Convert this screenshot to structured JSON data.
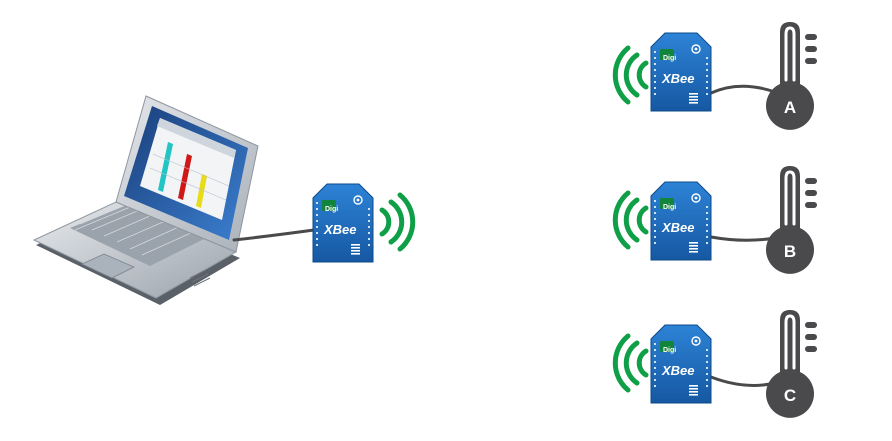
{
  "coordinator": {
    "module": {
      "brand": "Digi",
      "model": "XBee"
    }
  },
  "nodes": [
    {
      "sensor_label": "A",
      "module": {
        "brand": "Digi",
        "model": "XBee"
      }
    },
    {
      "sensor_label": "B",
      "module": {
        "brand": "Digi",
        "model": "XBee"
      }
    },
    {
      "sensor_label": "C",
      "module": {
        "brand": "Digi",
        "model": "XBee"
      }
    }
  ],
  "colors": {
    "xbee_blue": "#1f6fbd",
    "signal_green": "#0f9f46",
    "sensor_dark": "#4a4a4c",
    "cable": "#4a4a4a",
    "laptop_silver": "#c8cdd3",
    "laptop_dark": "#5a6068",
    "gauge_cyan": "#22c4c4",
    "gauge_red": "#d01818",
    "gauge_yellow": "#e8dc18"
  }
}
